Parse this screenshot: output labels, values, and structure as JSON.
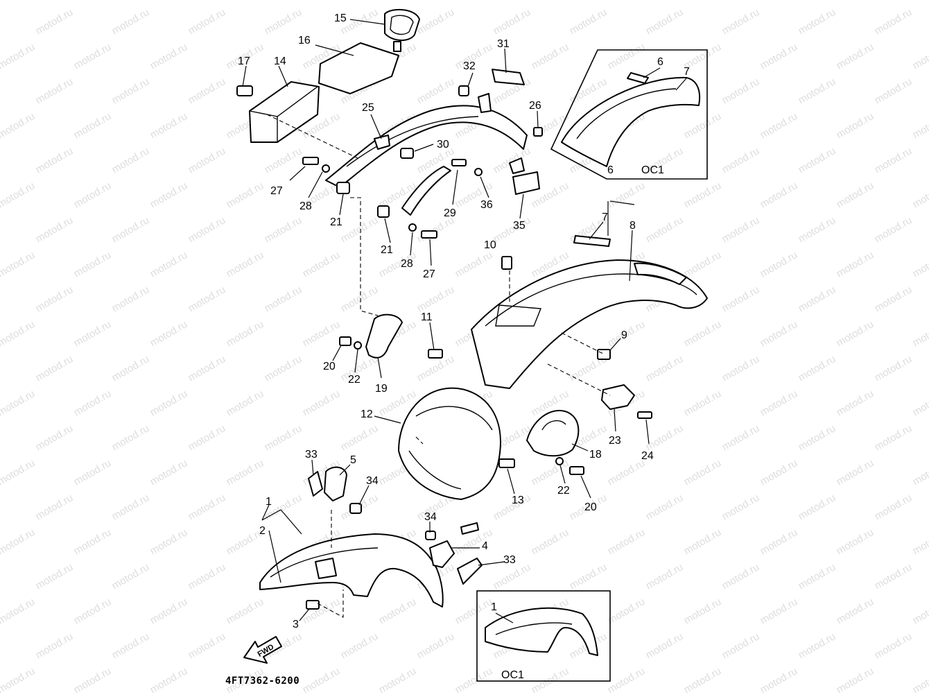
{
  "diagram": {
    "watermark": "motod.ru",
    "catalog_code": "4FT7362-6200",
    "fwd_label": "FWD",
    "inset_label": "OC1",
    "callouts": [
      {
        "id": "c1",
        "text": "1"
      },
      {
        "id": "c2",
        "text": "2"
      },
      {
        "id": "c3",
        "text": "3"
      },
      {
        "id": "c4",
        "text": "4"
      },
      {
        "id": "c5",
        "text": "5"
      },
      {
        "id": "c6",
        "text": "6"
      },
      {
        "id": "c7",
        "text": "7"
      },
      {
        "id": "c8",
        "text": "8"
      },
      {
        "id": "c9",
        "text": "9"
      },
      {
        "id": "c10",
        "text": "10"
      },
      {
        "id": "c11",
        "text": "11"
      },
      {
        "id": "c12",
        "text": "12"
      },
      {
        "id": "c13",
        "text": "13"
      },
      {
        "id": "c14",
        "text": "14"
      },
      {
        "id": "c15",
        "text": "15"
      },
      {
        "id": "c16",
        "text": "16"
      },
      {
        "id": "c17",
        "text": "17"
      },
      {
        "id": "c18",
        "text": "18"
      },
      {
        "id": "c19",
        "text": "19"
      },
      {
        "id": "c20a",
        "text": "20"
      },
      {
        "id": "c20b",
        "text": "20"
      },
      {
        "id": "c21a",
        "text": "21"
      },
      {
        "id": "c21b",
        "text": "21"
      },
      {
        "id": "c22a",
        "text": "22"
      },
      {
        "id": "c22b",
        "text": "22"
      },
      {
        "id": "c23",
        "text": "23"
      },
      {
        "id": "c24",
        "text": "24"
      },
      {
        "id": "c25",
        "text": "25"
      },
      {
        "id": "c26",
        "text": "26"
      },
      {
        "id": "c27a",
        "text": "27"
      },
      {
        "id": "c27b",
        "text": "27"
      },
      {
        "id": "c28a",
        "text": "28"
      },
      {
        "id": "c28b",
        "text": "28"
      },
      {
        "id": "c29",
        "text": "29"
      },
      {
        "id": "c30",
        "text": "30"
      },
      {
        "id": "c31",
        "text": "31"
      },
      {
        "id": "c32",
        "text": "32"
      },
      {
        "id": "c33a",
        "text": "33"
      },
      {
        "id": "c33b",
        "text": "33"
      },
      {
        "id": "c34a",
        "text": "34"
      },
      {
        "id": "c34b",
        "text": "34"
      },
      {
        "id": "c35",
        "text": "35"
      },
      {
        "id": "c36",
        "text": "36"
      },
      {
        "id": "c1b",
        "text": "1"
      },
      {
        "id": "c6b",
        "text": "6"
      },
      {
        "id": "c7b",
        "text": "7"
      }
    ]
  }
}
